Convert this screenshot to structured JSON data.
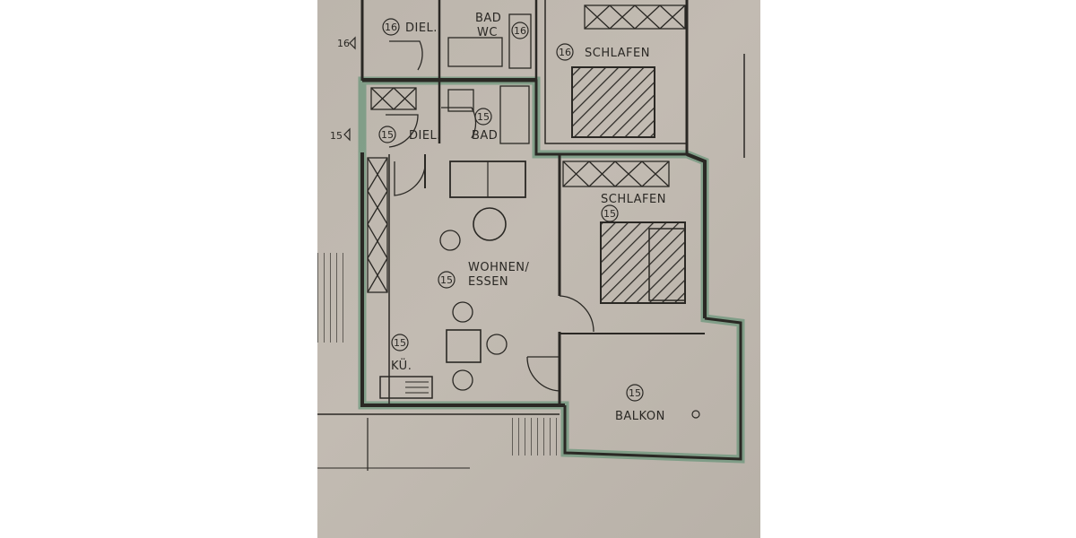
{
  "rooms": [
    {
      "key": "diel_top",
      "label": "DIEL.",
      "number": "16"
    },
    {
      "key": "bad_wc",
      "label_line1": "BAD",
      "label_line2": "WC",
      "number": "16"
    },
    {
      "key": "schlafen_top",
      "label": "SCHLAFEN",
      "number": "16"
    },
    {
      "key": "diel",
      "label": "DIEL.",
      "number": "15"
    },
    {
      "key": "bad",
      "label": "BAD",
      "number": "15"
    },
    {
      "key": "wohnen",
      "label_line1": "WOHNEN/",
      "label_line2": "ESSEN",
      "number": "15"
    },
    {
      "key": "schlafen",
      "label": "SCHLAFEN",
      "number": "15"
    },
    {
      "key": "kueche",
      "label": "KÜ.",
      "number": "15"
    },
    {
      "key": "balkon",
      "label": "BALKON",
      "number": "15"
    }
  ],
  "entrance_markers": [
    "16",
    "15"
  ],
  "colors": {
    "paper": "#bfb8af",
    "ink": "#2a2824",
    "highlight": "#3f7a5c"
  }
}
